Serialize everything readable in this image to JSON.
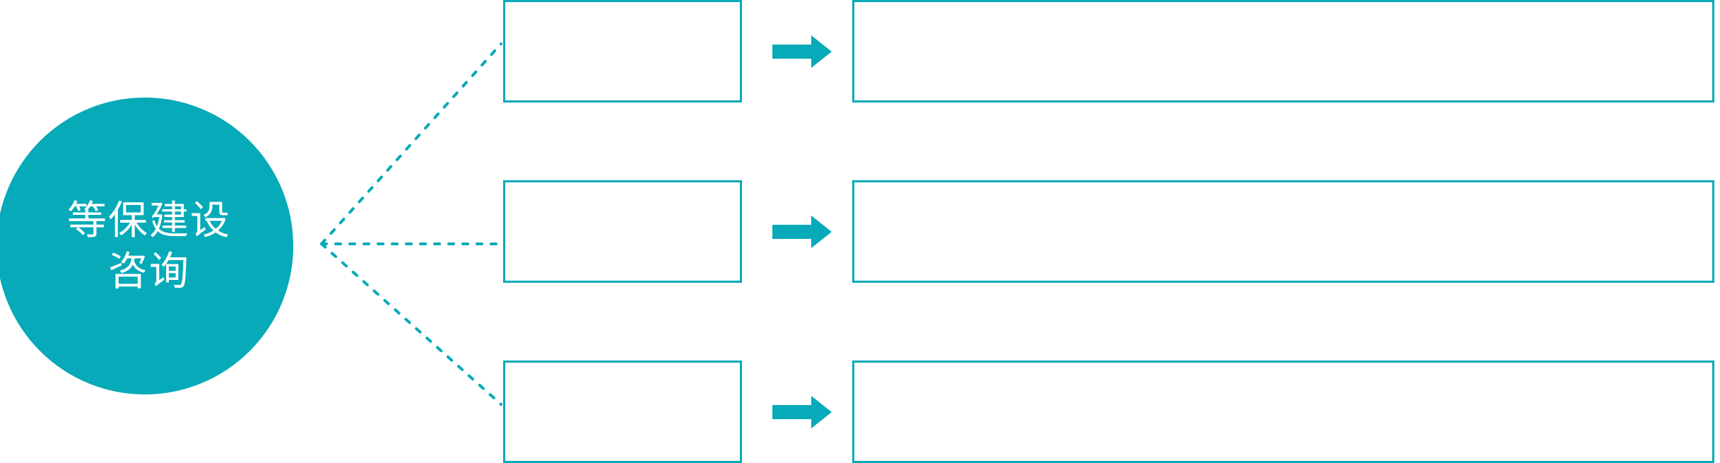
{
  "diagram": {
    "title": "等保建设咨询",
    "type": "hub-and-spoke-flow",
    "colors": {
      "accent": "#06AAB8",
      "box_border": "#06AAB8",
      "hub_fill": "#06AAB8",
      "hub_text": "#FFFFFF",
      "background": "#FFFFFF"
    },
    "hub": {
      "label": "等保建设\n咨询",
      "shape": "circle"
    },
    "connector": {
      "style": "dotted",
      "color": "#06AAB8",
      "branch_count": 3
    },
    "arrow": {
      "icon": "right-block-arrow",
      "color": "#06AAB8",
      "count": 3
    },
    "rows": [
      {
        "index": 1,
        "stage_label": "",
        "detail_label": ""
      },
      {
        "index": 2,
        "stage_label": "",
        "detail_label": ""
      },
      {
        "index": 3,
        "stage_label": "",
        "detail_label": ""
      }
    ]
  }
}
